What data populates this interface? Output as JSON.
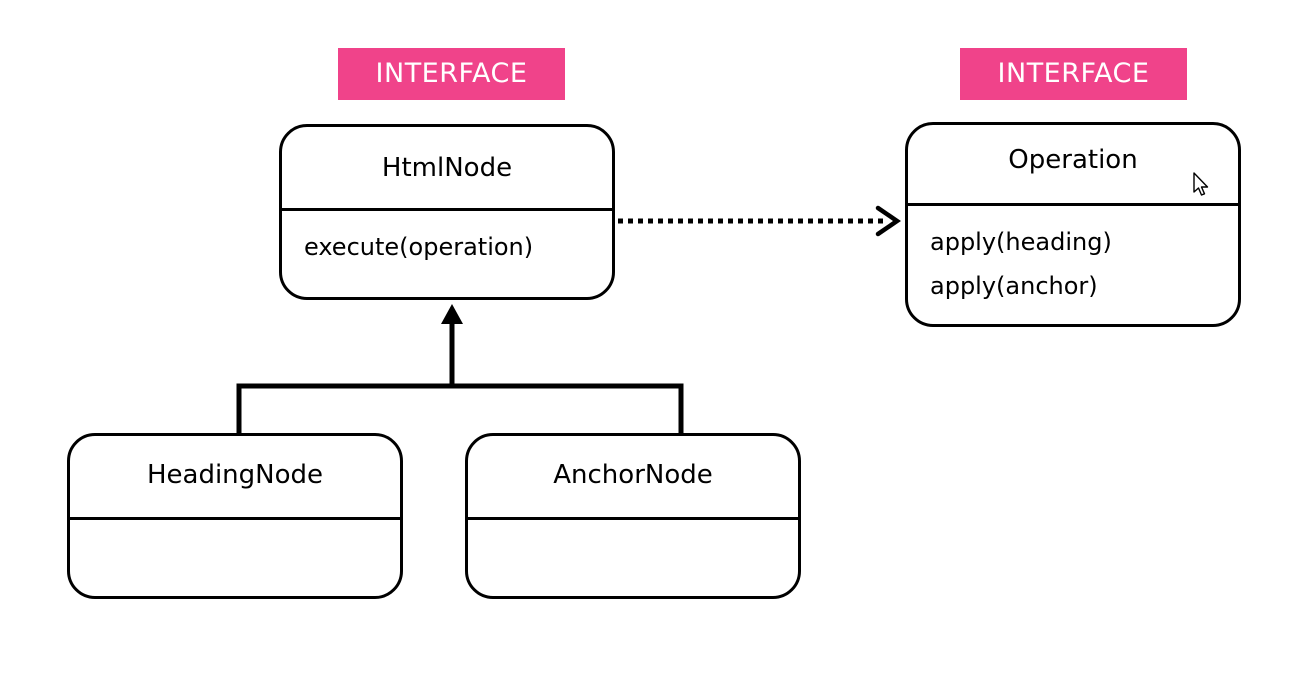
{
  "badges": {
    "htmlnode_stereotype": "INTERFACE",
    "operation_stereotype": "INTERFACE"
  },
  "classes": {
    "htmlnode": {
      "name": "HtmlNode",
      "methods": [
        "execute(operation)"
      ]
    },
    "operation": {
      "name": "Operation",
      "methods": [
        "apply(heading)",
        "apply(anchor)"
      ]
    },
    "headingnode": {
      "name": "HeadingNode",
      "methods": []
    },
    "anchornode": {
      "name": "AnchorNode",
      "methods": []
    }
  },
  "colors": {
    "badge_background": "#f0438a",
    "badge_text": "#ffffff",
    "stroke": "#000000",
    "background": "#ffffff"
  },
  "relations": {
    "dependency": {
      "from": "htmlnode",
      "to": "operation",
      "style": "dotted-arrow"
    },
    "inheritance": {
      "from": [
        "headingnode",
        "anchornode"
      ],
      "to": "htmlnode",
      "style": "solid-arrow"
    }
  }
}
